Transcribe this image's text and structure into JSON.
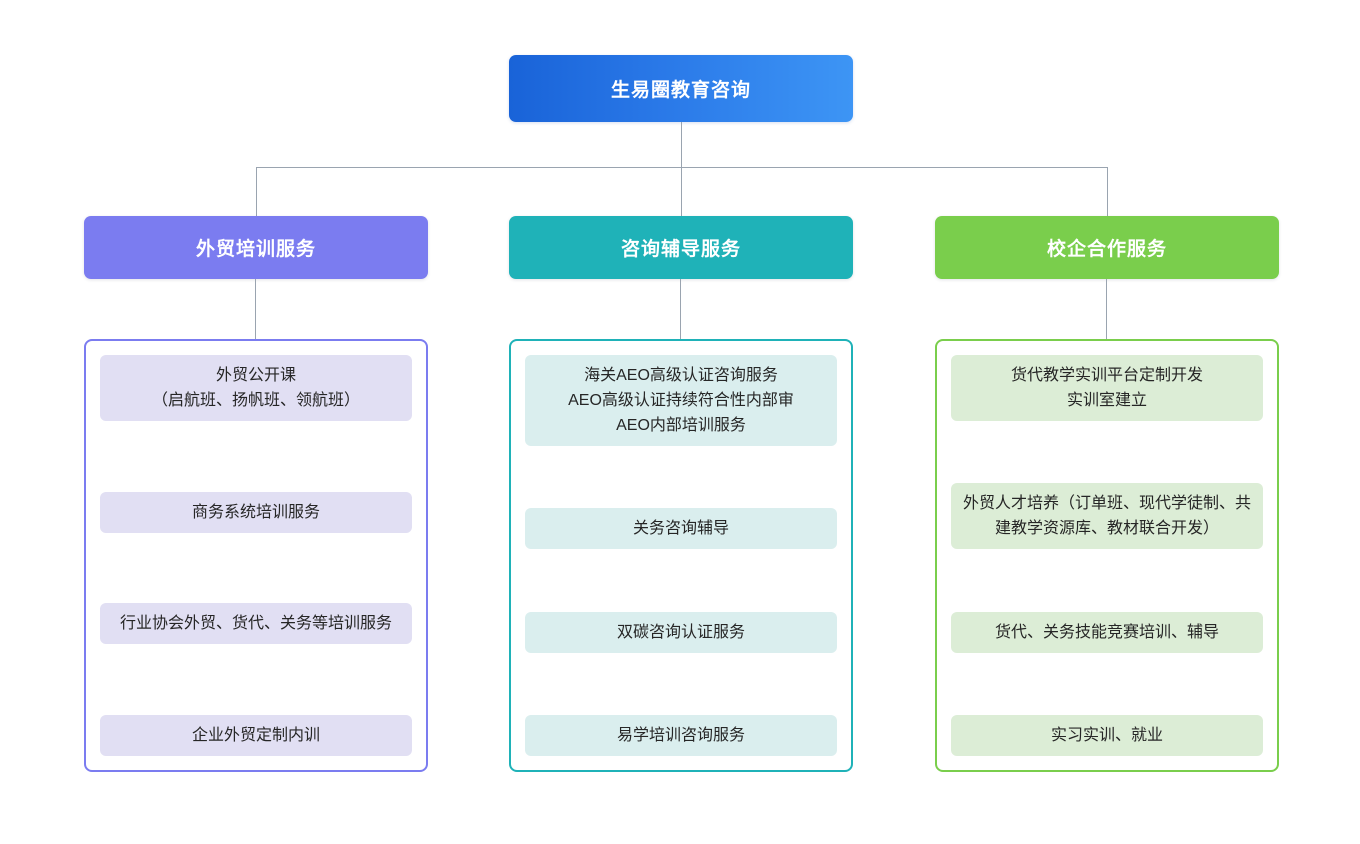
{
  "diagram": {
    "type": "organization-tree",
    "orientation": "top-down",
    "background_color": "#ffffff",
    "connector_color": "#9aa4b0"
  },
  "root": {
    "label": "生易圈教育咨询",
    "color_start": "#1963d8",
    "color_end": "#3d95f5",
    "text_color": "#ffffff"
  },
  "branches": [
    {
      "header": "外贸培训服务",
      "accent_color": "#7b7cf0",
      "item_fill": "#e1dff3",
      "items": [
        {
          "text": "外贸公开课\n（启航班、扬帆班、领航班）"
        },
        {
          "text": "商务系统培训服务"
        },
        {
          "text": "行业协会外贸、货代、关务等培训服务"
        },
        {
          "text": "企业外贸定制内训"
        }
      ]
    },
    {
      "header": "咨询辅导服务",
      "accent_color": "#1fb2b8",
      "item_fill": "#daeeee",
      "items": [
        {
          "text": "海关AEO高级认证咨询服务\nAEO高级认证持续符合性内部审\nAEO内部培训服务"
        },
        {
          "text": "关务咨询辅导"
        },
        {
          "text": "双碳咨询认证服务"
        },
        {
          "text": "易学培训咨询服务"
        }
      ]
    },
    {
      "header": "校企合作服务",
      "accent_color": "#7ace4c",
      "item_fill": "#dcedd6",
      "items": [
        {
          "text": "货代教学实训平台定制开发\n实训室建立"
        },
        {
          "text": "外贸人才培养（订单班、现代学徒制、共建教学资源库、教材联合开发）"
        },
        {
          "text": "货代、关务技能竞赛培训、辅导"
        },
        {
          "text": "实习实训、就业"
        }
      ]
    }
  ]
}
